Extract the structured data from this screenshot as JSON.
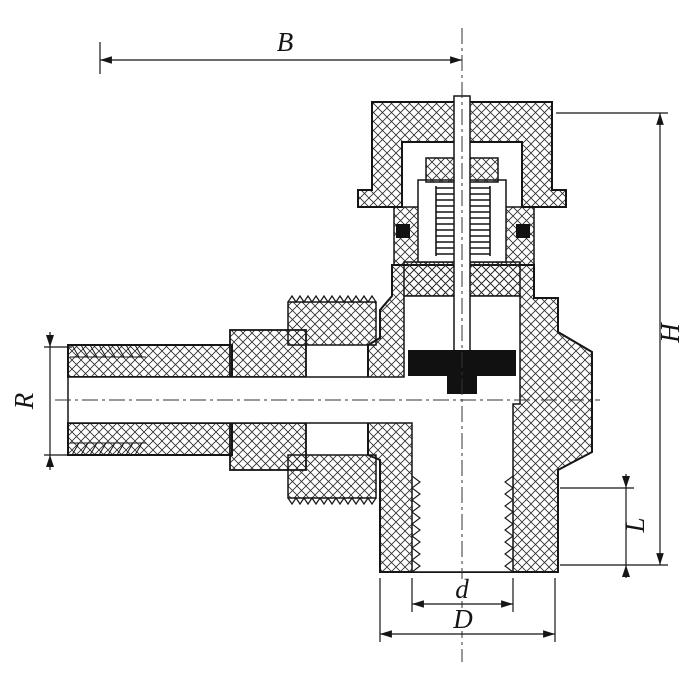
{
  "page": {
    "background": "#ffffff"
  },
  "drawing": {
    "line_color": "#151515",
    "hatch_color": "#2a2a2a",
    "seal_color": "#111111",
    "dims": {
      "B": "B",
      "H": "H",
      "R": "R",
      "L": "L",
      "d": "d",
      "D": "D"
    }
  }
}
